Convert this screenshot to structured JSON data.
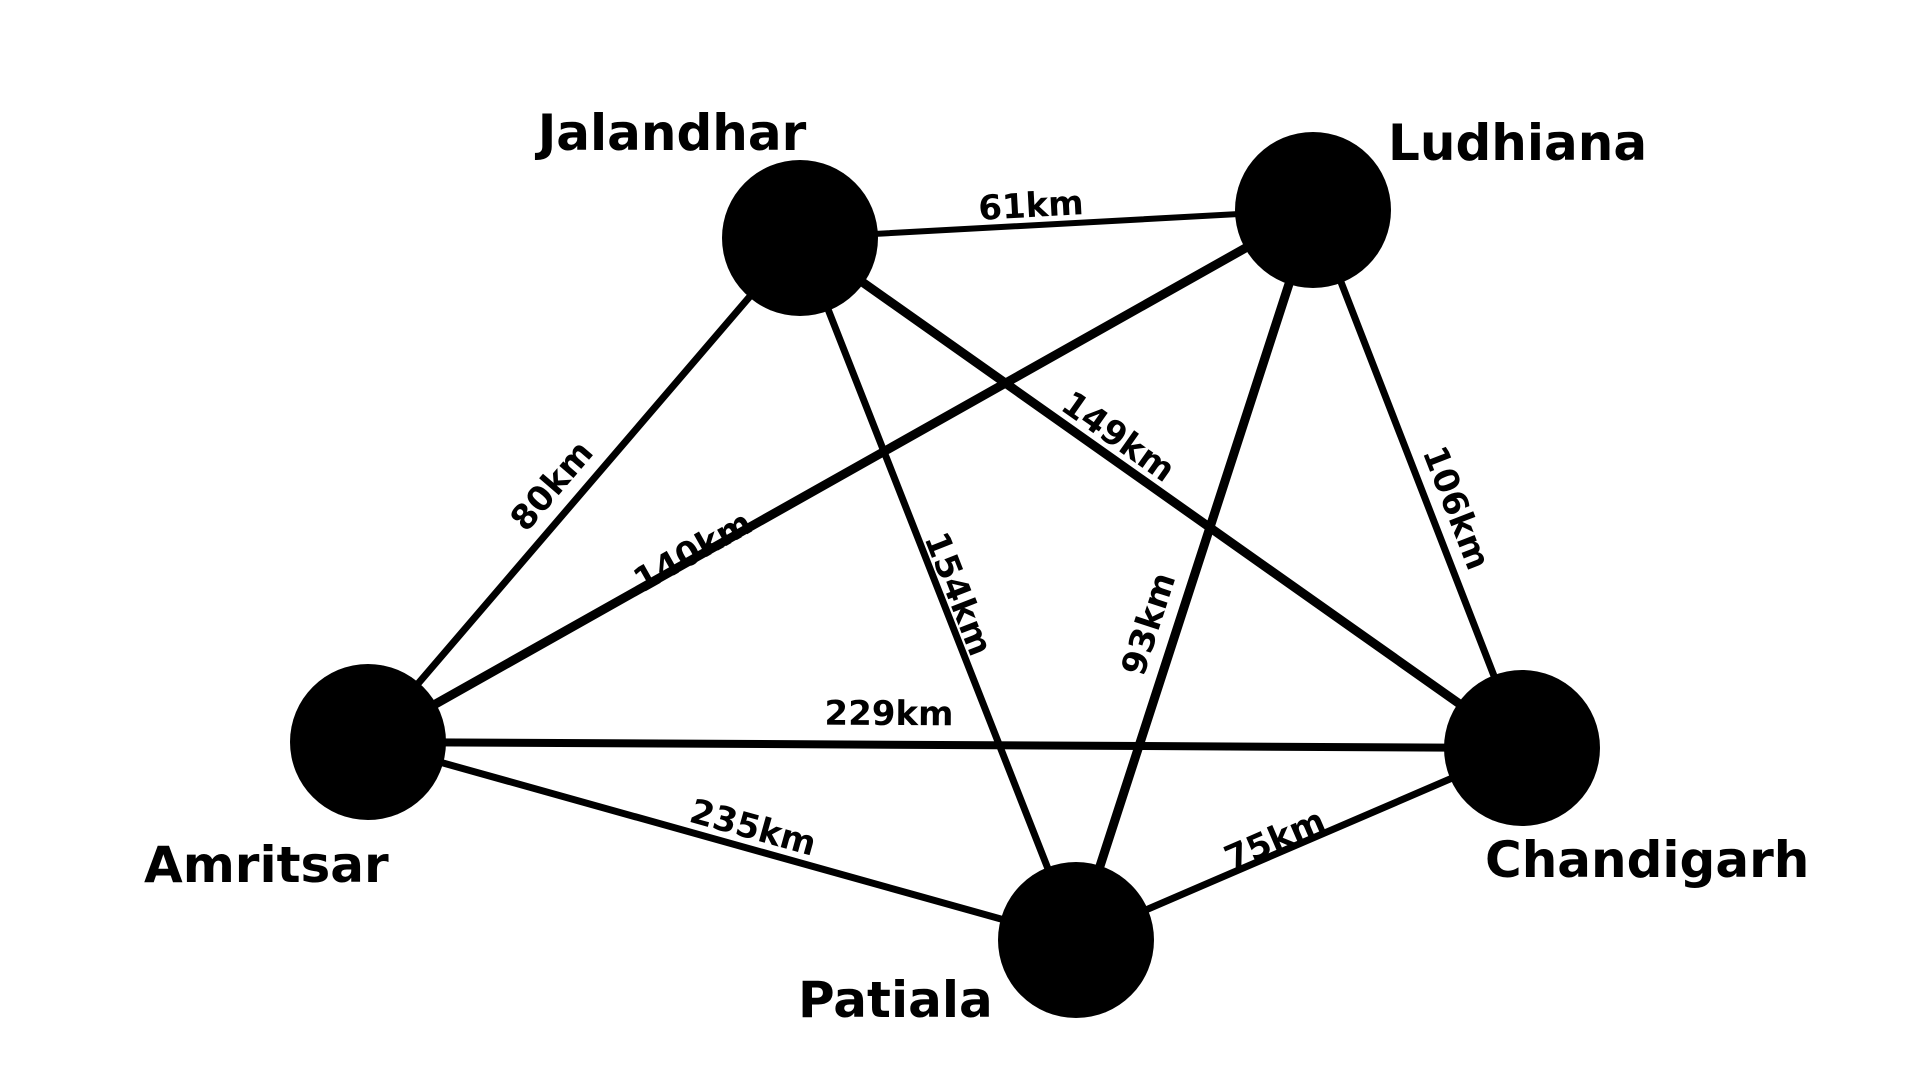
{
  "diagram": {
    "colors": {
      "background": "#ffffff",
      "foreground": "#000000"
    },
    "nodes": [
      {
        "id": "jalandhar",
        "label": "Jalandhar"
      },
      {
        "id": "ludhiana",
        "label": "Ludhiana"
      },
      {
        "id": "amritsar",
        "label": "Amritsar"
      },
      {
        "id": "chandigarh",
        "label": "Chandigarh"
      },
      {
        "id": "patiala",
        "label": "Patiala"
      }
    ],
    "edges": [
      {
        "id": "jalandhar-ludhiana",
        "from": "jalandhar",
        "to": "ludhiana",
        "distance": "61km"
      },
      {
        "id": "jalandhar-amritsar",
        "from": "jalandhar",
        "to": "amritsar",
        "distance": "80km"
      },
      {
        "id": "ludhiana-amritsar",
        "from": "ludhiana",
        "to": "amritsar",
        "distance": "140km"
      },
      {
        "id": "jalandhar-chandigarh",
        "from": "jalandhar",
        "to": "chandigarh",
        "distance": "149km"
      },
      {
        "id": "ludhiana-chandigarh",
        "from": "ludhiana",
        "to": "chandigarh",
        "distance": "106km"
      },
      {
        "id": "jalandhar-patiala",
        "from": "jalandhar",
        "to": "patiala",
        "distance": "154km"
      },
      {
        "id": "ludhiana-patiala",
        "from": "ludhiana",
        "to": "patiala",
        "distance": "93km"
      },
      {
        "id": "amritsar-chandigarh",
        "from": "amritsar",
        "to": "chandigarh",
        "distance": "229km"
      },
      {
        "id": "amritsar-patiala",
        "from": "amritsar",
        "to": "patiala",
        "distance": "235km"
      },
      {
        "id": "chandigarh-patiala",
        "from": "chandigarh",
        "to": "patiala",
        "distance": "75km"
      }
    ]
  }
}
